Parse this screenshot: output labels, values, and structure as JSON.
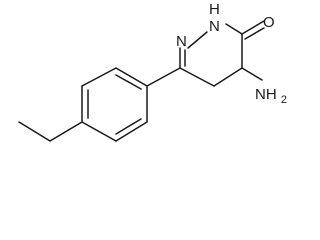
{
  "molecule": {
    "atoms": {
      "nitrogen_ring": "N",
      "nh_ring": "NH",
      "oxygen": "O",
      "amine": "NH2"
    },
    "label_parts": {
      "nh_n": "N",
      "nh_h": "H",
      "amine_nh": "NH",
      "amine_sub": "2"
    }
  }
}
